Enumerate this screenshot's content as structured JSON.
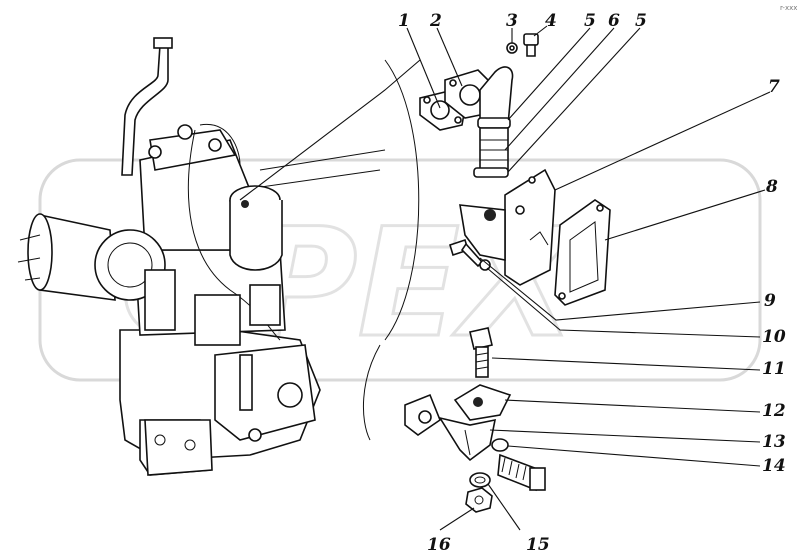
{
  "callouts": [
    {
      "id": "1",
      "label": "1"
    },
    {
      "id": "2",
      "label": "2"
    },
    {
      "id": "3",
      "label": "3"
    },
    {
      "id": "4",
      "label": "4"
    },
    {
      "id": "5a",
      "label": "5"
    },
    {
      "id": "6",
      "label": "6"
    },
    {
      "id": "5b",
      "label": "5"
    },
    {
      "id": "7",
      "label": "7"
    },
    {
      "id": "8",
      "label": "8"
    },
    {
      "id": "9",
      "label": "9"
    },
    {
      "id": "10",
      "label": "10"
    },
    {
      "id": "11",
      "label": "11"
    },
    {
      "id": "12",
      "label": "12"
    },
    {
      "id": "13",
      "label": "13"
    },
    {
      "id": "14",
      "label": "14"
    },
    {
      "id": "15",
      "label": "15"
    },
    {
      "id": "16",
      "label": "16"
    }
  ],
  "watermark": {
    "text": "OPEX",
    "style": "outline"
  },
  "corner_mark": "r-xxx"
}
